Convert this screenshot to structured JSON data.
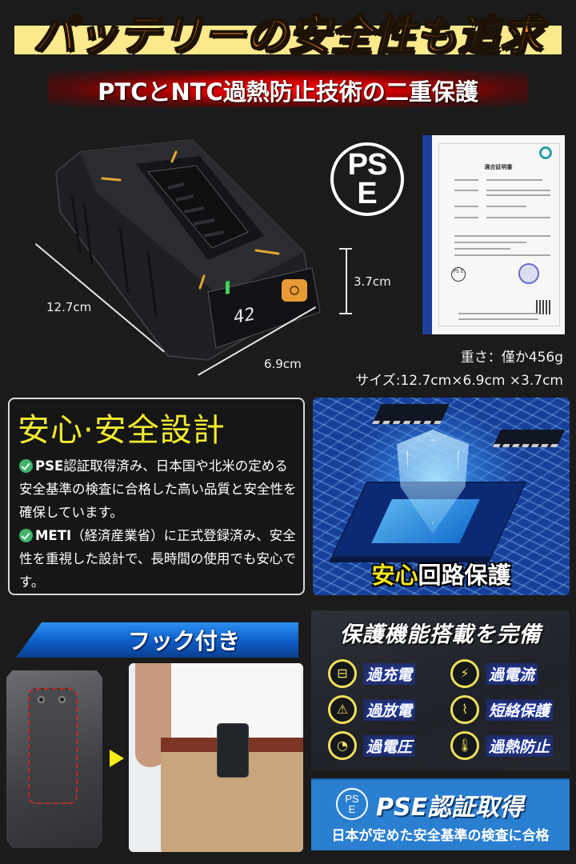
{
  "header": {
    "title": "バッテリーの安全性も追求",
    "subtitle": "PTCとNTC過熱防止技術の二重保護",
    "colors": {
      "title_fill": "#f0862a",
      "band": "#fbe98c",
      "subtitle_band": "#e00000"
    }
  },
  "product": {
    "display_value": "42",
    "dimensions": {
      "length": "12.7cm",
      "width": "6.9cm",
      "height": "3.7cm"
    },
    "pse_mark": {
      "top": "PS",
      "bottom": "E"
    },
    "certificate": {
      "title": "適合証明書",
      "mini_pse": "PS E"
    },
    "specs": {
      "weight": "重さ：僅か456g",
      "size": "サイズ:12.7cm×6.9cm ×3.7cm"
    }
  },
  "safety_design": {
    "title": "安心·安全設計",
    "bullets": [
      {
        "lead": "PSE",
        "text": "認証取得済み、日本国や北米の定める安全基準の検査に合格した高い品質と安全性を確保しています。"
      },
      {
        "lead": "METI",
        "text": "（経済産業省）に正式登録済み、安全性を重視した設計で、長時間の使用でも安心です。"
      }
    ],
    "colors": {
      "title": "#f2ec2e",
      "check": "#41b46b"
    }
  },
  "circuit": {
    "caption_highlight": "安心",
    "caption_rest": "回路保護"
  },
  "hook": {
    "title": "フック付き"
  },
  "protection": {
    "title": "保護機能搭載を完備",
    "features": [
      {
        "label": "過充電",
        "icon": "battery-charge-icon",
        "glyph": "⊟"
      },
      {
        "label": "過電流",
        "icon": "current-meter-icon",
        "glyph": "⚡"
      },
      {
        "label": "過放電",
        "icon": "alarm-light-icon",
        "glyph": "⚠"
      },
      {
        "label": "短絡保護",
        "icon": "short-circuit-icon",
        "glyph": "⌇"
      },
      {
        "label": "過電圧",
        "icon": "voltage-gauge-icon",
        "glyph": "◔"
      },
      {
        "label": "過熱防止",
        "icon": "thermometer-icon",
        "glyph": "🌡"
      }
    ]
  },
  "pse_banner": {
    "mark_top": "PS",
    "mark_bottom": "E",
    "title": "PSE認証取得",
    "subtitle": "日本が定めた安全基準の検査に合格"
  }
}
